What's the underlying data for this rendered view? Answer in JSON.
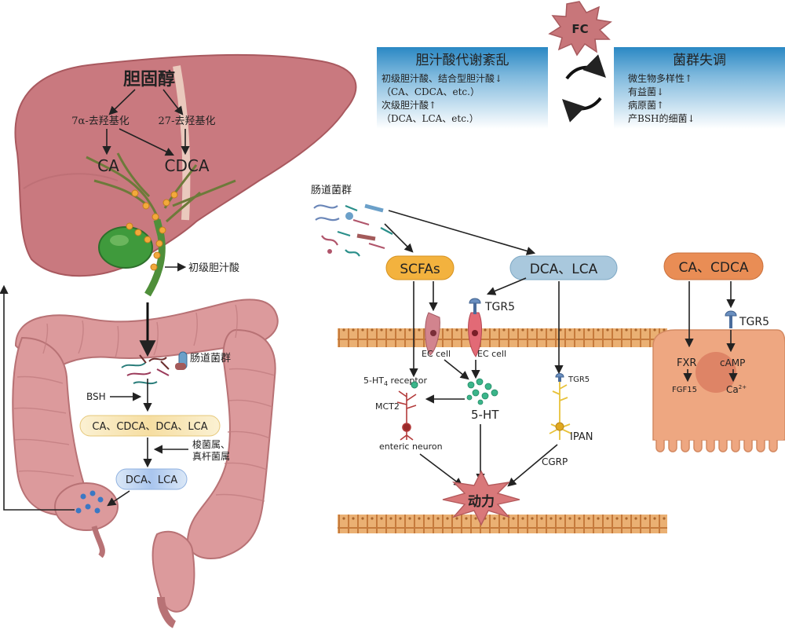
{
  "fc_badge": "FC",
  "left_box": {
    "title": "胆汁酸代谢紊乱",
    "lines": [
      "初级胆汁酸、结合型胆汁酸↓",
      "（CA、CDCA、etc.）",
      "次级胆汁酸↑",
      "（DCA、LCA、etc.）"
    ]
  },
  "right_box": {
    "title": "菌群失调",
    "lines": [
      "微生物多样性↑",
      "有益菌↓",
      "病原菌↑",
      "产BSH的细菌↓"
    ]
  },
  "liver": {
    "cholesterol": "胆固醇",
    "path_7a": "7α-去羟基化",
    "path_27": "27-去羟基化",
    "ca": "CA",
    "cdca": "CDCA",
    "primary_ba": "初级胆汁酸"
  },
  "colon": {
    "microbiota": "肠道菌群",
    "bsh": "BSH",
    "pill_primary": "CA、CDCA、DCA、LCA",
    "bacteria_line1": "梭菌属、",
    "bacteria_line2": "真杆菌属",
    "pill_secondary": "DCA、LCA"
  },
  "middle": {
    "microbiota": "肠道菌群",
    "scfas": "SCFAs",
    "dca_lca": "DCA、LCA",
    "tgr5": "TGR5",
    "ec_cell_1": "EC cell",
    "ec_cell_2": "EC cell",
    "receptor": "5-HT",
    "receptor_sub": "4",
    "receptor_rest": " receptor",
    "mct2": "MCT2",
    "enteric_neuron": "enteric neuron",
    "serotonin": "5-HT",
    "tgr5_small": "TGR5",
    "ipan": "IPAN",
    "cgrp": "CGRP",
    "motility": "动力"
  },
  "right_cell": {
    "ca_cdca": "CA、CDCA",
    "tgr5": "TGR5",
    "fxr": "FXR",
    "fgf15": "FGF15",
    "camp": "cAMP",
    "ca": "Ca",
    "ca_sup": "2+"
  },
  "colors": {
    "liver": "#c9797f",
    "colon": "#dc9a9c",
    "box_top": "#2a88c4",
    "scfas": "#f3b23e",
    "dca_lca": "#a9c8dd",
    "ca_cdca": "#e98d55",
    "cell": "#eea781",
    "membrane": "#e8a96a",
    "star": "#d9787a"
  }
}
